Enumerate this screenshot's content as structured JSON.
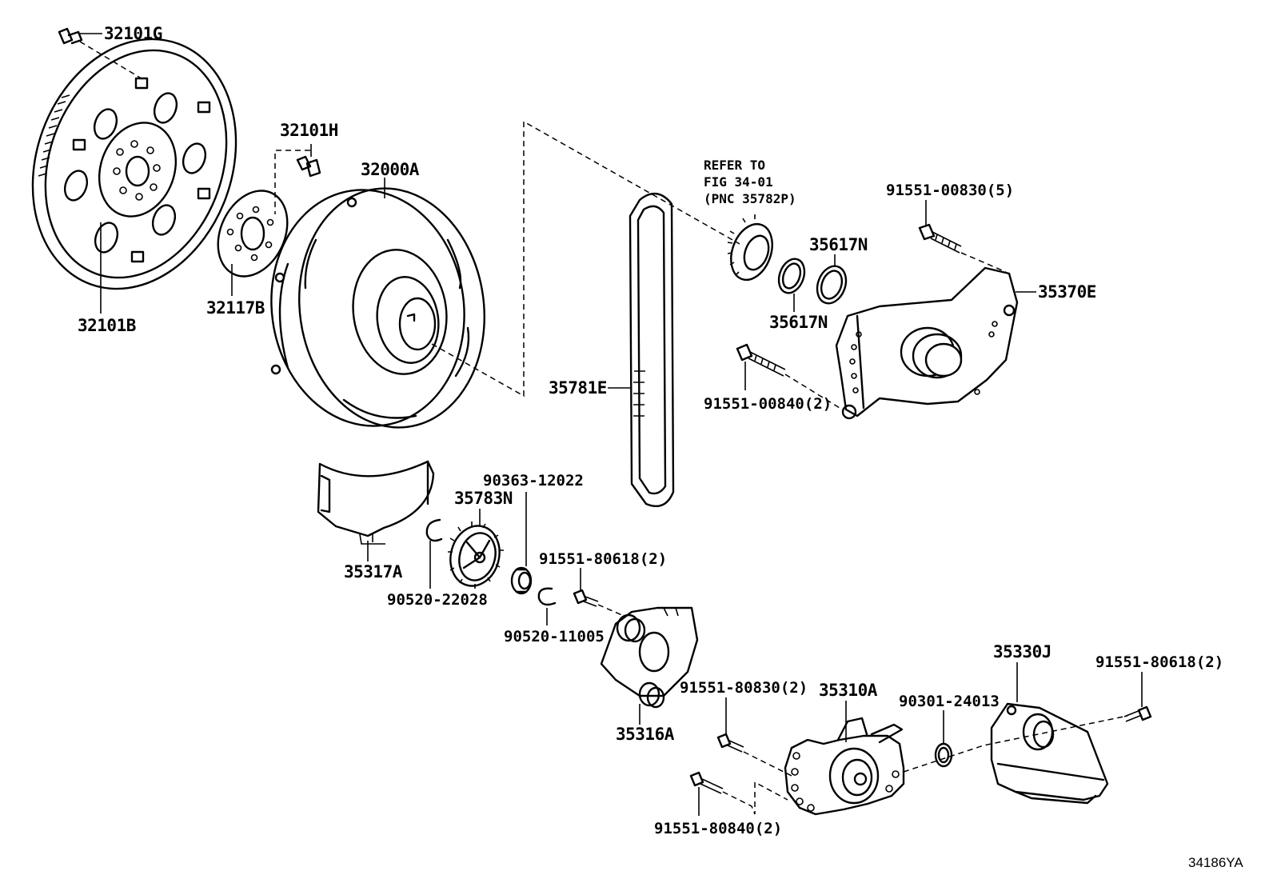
{
  "diagram": {
    "figure_id": "34186YA",
    "reference_note": {
      "line1": "REFER TO",
      "line2": "FIG 34-01",
      "line3": "(PNC 35782P)"
    },
    "labels": {
      "p32101G": "32101G",
      "p32101B": "32101B",
      "p32101H": "32101H",
      "p32117B": "32117B",
      "p32000A": "32000A",
      "p35617N_a": "35617N",
      "p35617N_b": "35617N",
      "p91551_00830": "91551-00830(5)",
      "p35370E": "35370E",
      "p91551_00840": "91551-00840(2)",
      "p35781E": "35781E",
      "p90363_12022": "90363-12022",
      "p35783N": "35783N",
      "p35317A": "35317A",
      "p90520_22028": "90520-22028",
      "p91551_80618_a": "91551-80618(2)",
      "p90520_11005": "90520-11005",
      "p35316A": "35316A",
      "p91551_80830": "91551-80830(2)",
      "p35310A": "35310A",
      "p90301_24013": "90301-24013",
      "p35330J": "35330J",
      "p91551_80618_b": "91551-80618(2)",
      "p91551_80840": "91551-80840(2)"
    }
  }
}
